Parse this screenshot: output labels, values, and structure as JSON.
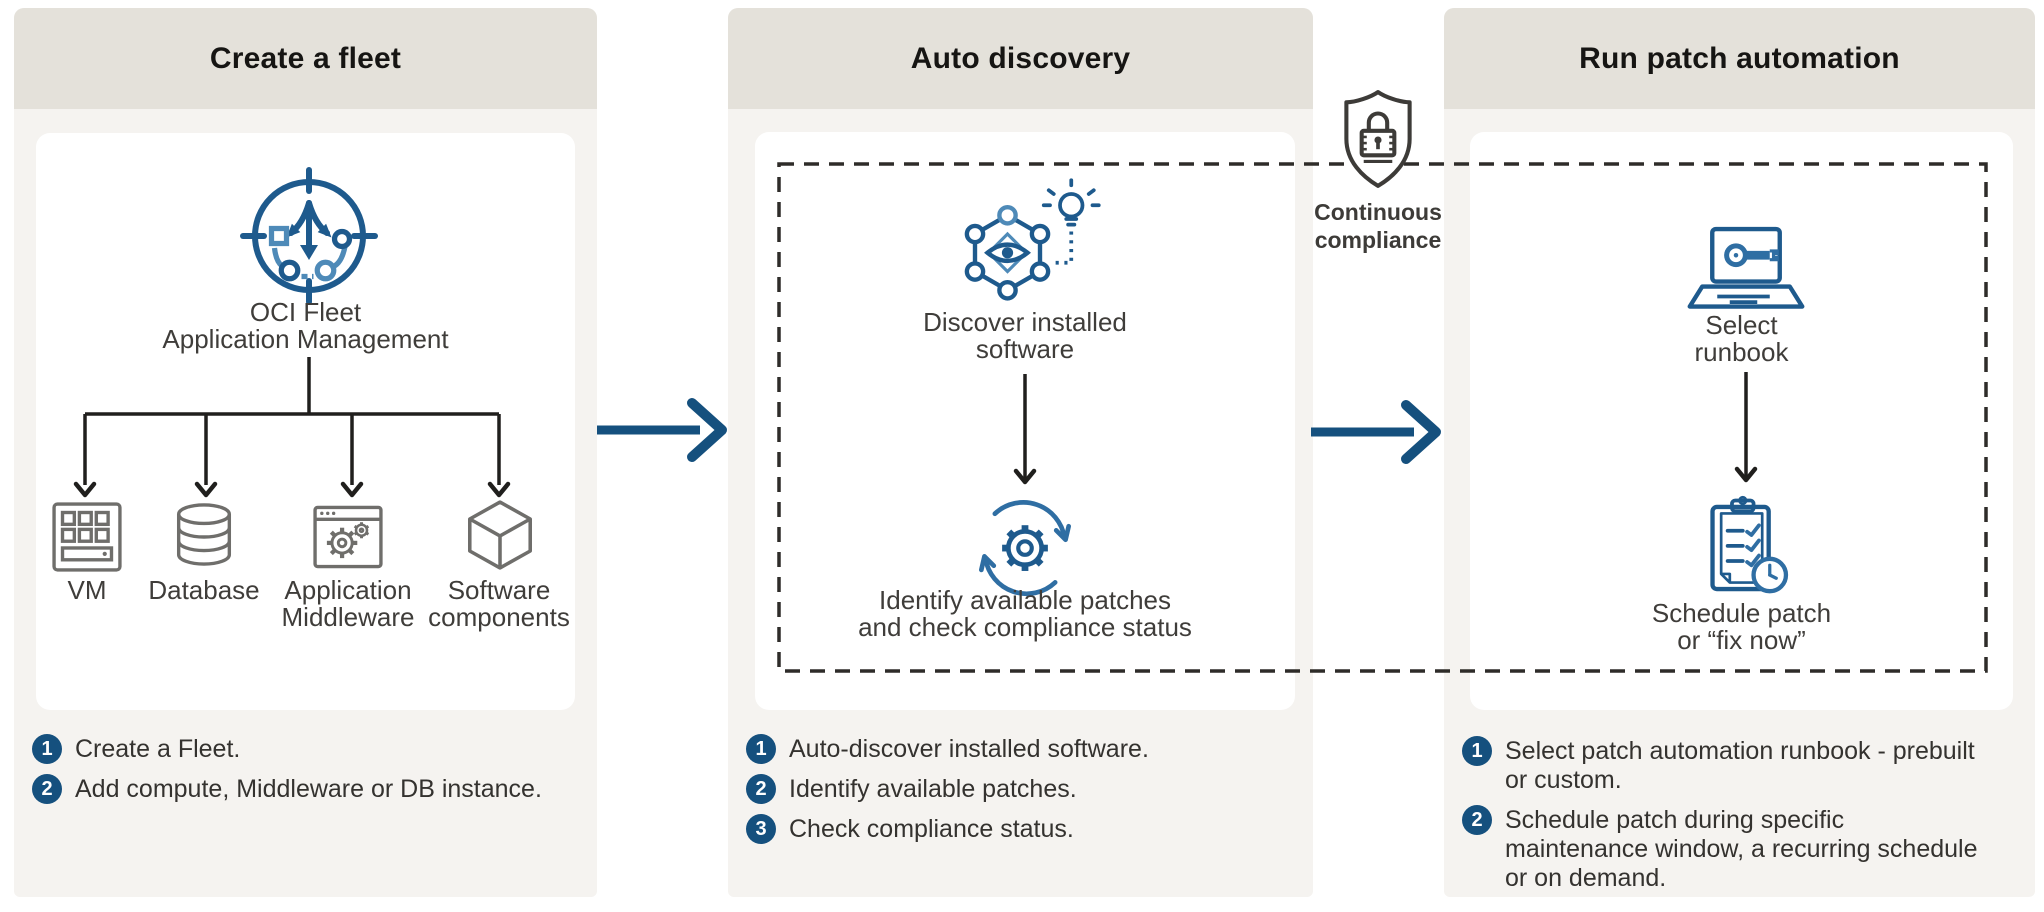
{
  "colors": {
    "header_bg": "#e4e1da",
    "panel_bg": "#f5f3f0",
    "card_bg": "#ffffff",
    "accent_navy": "#15507e",
    "icon_blue_dark": "#1e5a8d",
    "icon_blue_mid": "#2f6ea3",
    "icon_blue_light": "#4e8ab8",
    "icon_gray": "#6f6e6b",
    "dashed_border": "#2e2c29",
    "shield_dark": "#3d3b38"
  },
  "panels": [
    {
      "id": "create-fleet",
      "title": "Create a fleet",
      "hub_label": [
        "OCI Fleet",
        "Application Management"
      ],
      "children": [
        {
          "icon": "vm-icon",
          "label": [
            "VM"
          ]
        },
        {
          "icon": "database-icon",
          "label": [
            "Database"
          ]
        },
        {
          "icon": "application-middleware-icon",
          "label": [
            "Application",
            "Middleware"
          ]
        },
        {
          "icon": "software-components-icon",
          "label": [
            "Software",
            "components"
          ]
        }
      ],
      "steps": [
        {
          "num": "1",
          "text": "Create a Fleet."
        },
        {
          "num": "2",
          "text": "Add compute, Middleware or DB instance."
        }
      ]
    },
    {
      "id": "auto-discovery",
      "title": "Auto discovery",
      "stages": [
        {
          "icon": "discover-software-icon",
          "label": [
            "Discover installed",
            "software"
          ]
        },
        {
          "icon": "identify-patches-icon",
          "label": [
            "Identify available patches",
            "and check compliance status"
          ]
        }
      ],
      "steps": [
        {
          "num": "1",
          "text": "Auto-discover installed software."
        },
        {
          "num": "2",
          "text": "Identify available patches."
        },
        {
          "num": "3",
          "text": "Check compliance status."
        }
      ]
    },
    {
      "id": "run-patch-automation",
      "title": "Run patch automation",
      "stages": [
        {
          "icon": "select-runbook-icon",
          "label": [
            "Select",
            "runbook"
          ]
        },
        {
          "icon": "schedule-patch-icon",
          "label": [
            "Schedule patch",
            "or “fix now”"
          ]
        }
      ],
      "steps": [
        {
          "num": "1",
          "text": "Select patch automation runbook - prebuilt or custom."
        },
        {
          "num": "2",
          "text": "Schedule patch during specific maintenance window, a recurring schedule or on demand."
        }
      ]
    }
  ],
  "compliance": {
    "label": [
      "Continuous",
      "compliance"
    ]
  }
}
